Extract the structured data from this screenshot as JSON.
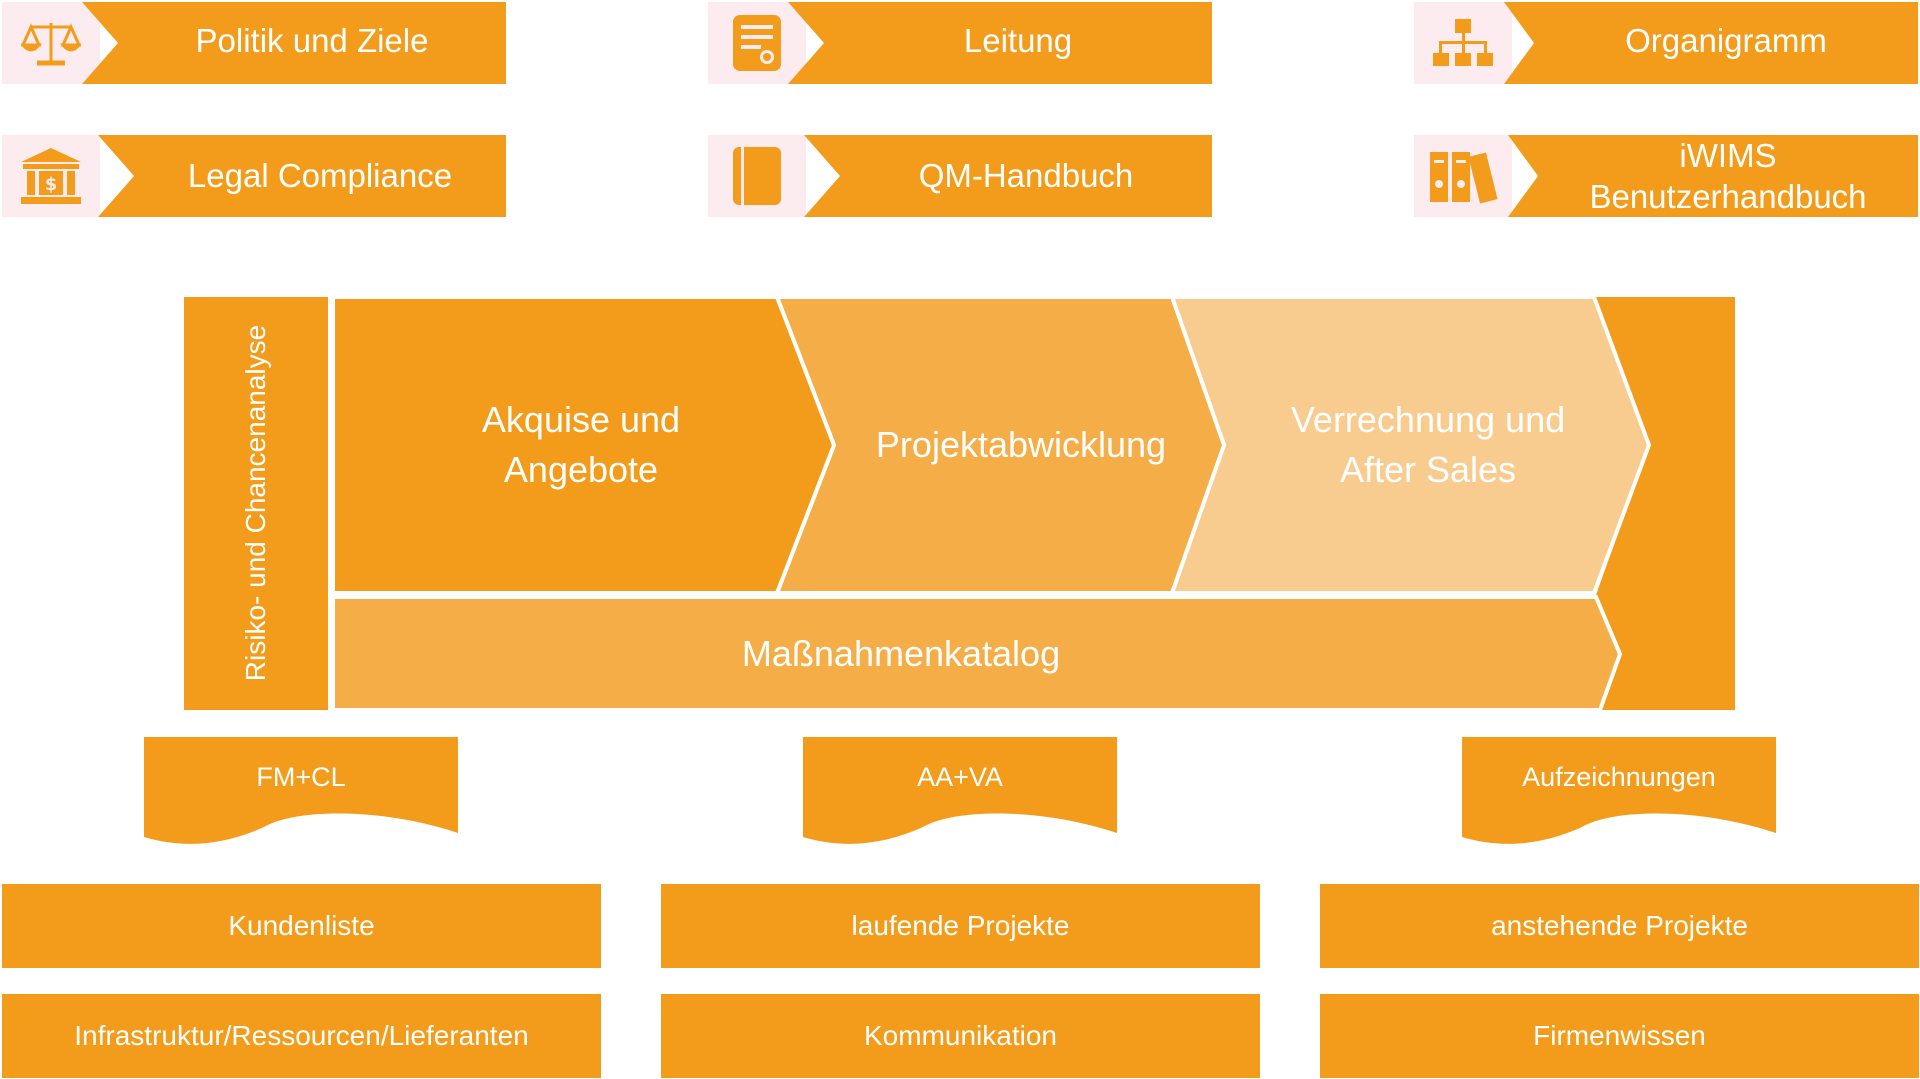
{
  "top_nav": [
    {
      "label": "Politik und Ziele",
      "icon": "scales-icon"
    },
    {
      "label": "Leitung",
      "icon": "certificate-document-icon"
    },
    {
      "label": "Organigramm",
      "icon": "org-chart-icon"
    },
    {
      "label": "Legal Compliance",
      "icon": "courthouse-icon"
    },
    {
      "label": "QM-Handbuch",
      "icon": "book-icon"
    },
    {
      "label": "iWIMS\nBenutzerhandbuch",
      "icon": "binders-icon"
    }
  ],
  "process": {
    "side_label": "Risiko- und Chancenanalyse",
    "steps": [
      "Akquise und\nAngebote",
      "Projektabwicklung",
      "Verrechnung und\nAfter Sales"
    ],
    "bottom_label": "Maßnahmenkatalog"
  },
  "documents": [
    "FM+CL",
    "AA+VA",
    "Aufzeichnungen"
  ],
  "resources": [
    [
      "Kundenliste",
      "laufende Projekte",
      "anstehende Projekte"
    ],
    [
      "Infrastruktur/Ressourcen/Lieferanten",
      "Kommunikation",
      "Firmenwissen"
    ]
  ],
  "colors": {
    "orange": "#f39c1b",
    "orange_medium": "#f5ae47",
    "orange_light": "#f8cc8e",
    "icon_bg": "#fdecef"
  }
}
